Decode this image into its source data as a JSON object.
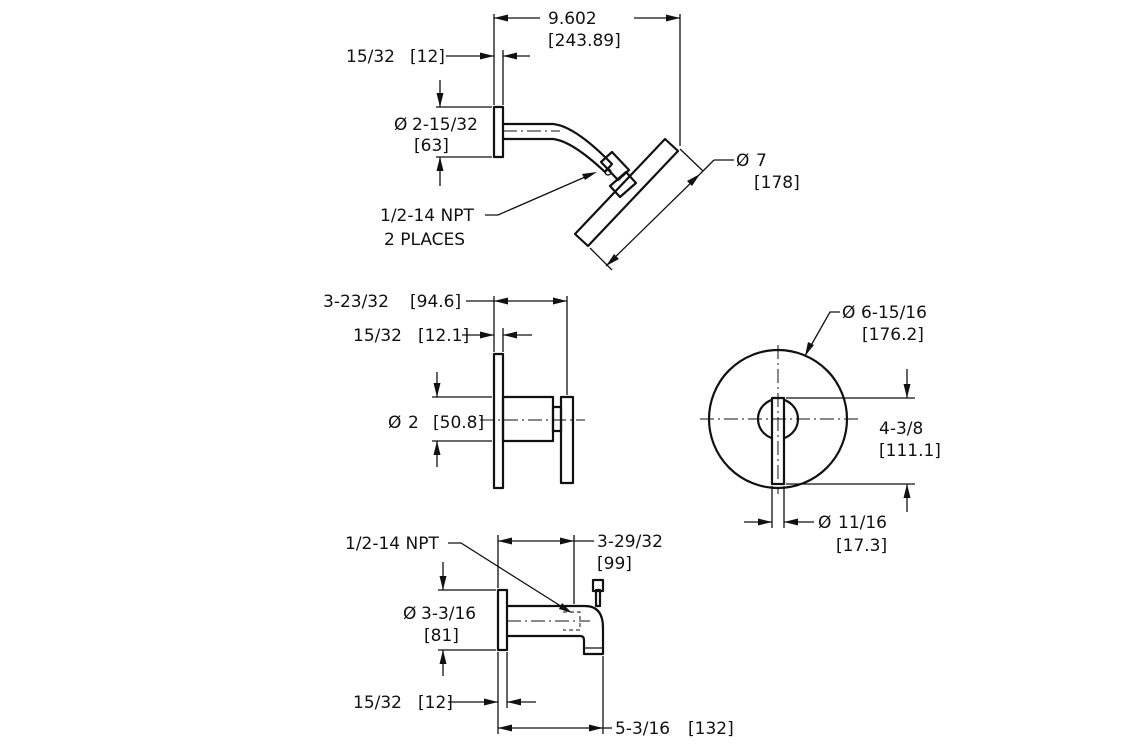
{
  "shower_head": {
    "overall_length": "9.602",
    "overall_length_mm": "[243.89]",
    "flange_thickness": "15/32",
    "flange_thickness_mm": "[12]",
    "flange_diameter": "2-15/32",
    "flange_diameter_mm": "[63]",
    "head_diameter": "7",
    "head_diameter_mm": "[178]",
    "thread_note": "1/2-14 NPT",
    "thread_places": "2 PLACES"
  },
  "valve_side": {
    "depth": "3-23/32",
    "depth_mm": "[94.6]",
    "flange_thickness": "15/32",
    "flange_thickness_mm": "[12.1]",
    "body_diameter": "2",
    "body_diameter_mm": "[50.8]"
  },
  "valve_front": {
    "trim_diameter": "6-15/16",
    "trim_diameter_mm": "[176.2]",
    "handle_length": "4-3/8",
    "handle_length_mm": "[111.1]",
    "handle_width": "11/16",
    "handle_width_mm": "[17.3]"
  },
  "tub_spout": {
    "thread_note": "1/2-14 NPT",
    "reach_to_diverter": "3-29/32",
    "reach_to_diverter_mm": "[99]",
    "flange_diameter": "3-3/16",
    "flange_diameter_mm": "[81]",
    "flange_thickness": "15/32",
    "flange_thickness_mm": "[12]",
    "overall_reach": "5-3/16",
    "overall_reach_mm": "[132]"
  },
  "symbols": {
    "diameter": "Ø"
  }
}
